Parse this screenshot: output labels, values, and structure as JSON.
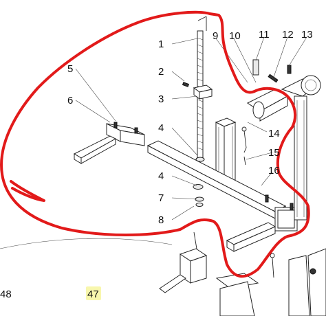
{
  "callouts": [
    {
      "id": "1",
      "label": "1"
    },
    {
      "id": "2",
      "label": "2"
    },
    {
      "id": "3",
      "label": "3"
    },
    {
      "id": "4a",
      "label": "4"
    },
    {
      "id": "4b",
      "label": "4"
    },
    {
      "id": "5",
      "label": "5"
    },
    {
      "id": "6",
      "label": "6"
    },
    {
      "id": "7",
      "label": "7"
    },
    {
      "id": "8",
      "label": "8"
    },
    {
      "id": "9",
      "label": "9"
    },
    {
      "id": "10",
      "label": "10"
    },
    {
      "id": "11",
      "label": "11"
    },
    {
      "id": "12",
      "label": "12"
    },
    {
      "id": "13",
      "label": "13"
    },
    {
      "id": "14",
      "label": "14"
    },
    {
      "id": "15",
      "label": "15"
    },
    {
      "id": "16",
      "label": "16"
    },
    {
      "id": "47",
      "label": "47"
    },
    {
      "id": "48",
      "label": "48"
    }
  ],
  "colors": {
    "highlight_outline": "#e21a1a",
    "line_art": "#222222",
    "label_47_highlight": "#f3f06a"
  }
}
